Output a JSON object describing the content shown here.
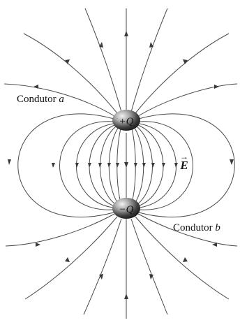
{
  "diagram": {
    "positive_charge": {
      "label": "+Q"
    },
    "negative_charge": {
      "label": "−Q"
    },
    "conductor_a": {
      "text": "Condutor ",
      "var": "a"
    },
    "conductor_b": {
      "text": "Condutor ",
      "var": "b"
    },
    "field_vector": {
      "symbol": "E",
      "arrow": "→"
    },
    "colors": {
      "line": "#4a4a4a",
      "sphere_dark": "#2b2b2b",
      "sphere_light": "#bdbdbd",
      "background": "#ffffff"
    },
    "icons": [
      "sphere-icon",
      "arrowhead-icon"
    ]
  }
}
